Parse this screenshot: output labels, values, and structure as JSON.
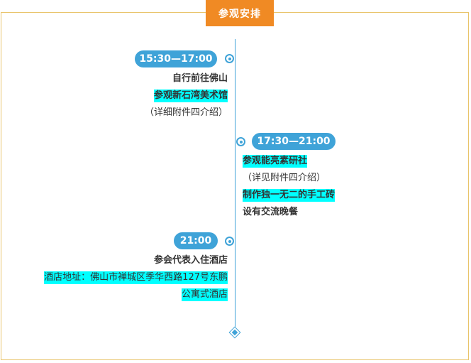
{
  "header": {
    "title": "参观安排"
  },
  "timeline": [
    {
      "time": "15:30—17:00",
      "lines": [
        "自行前往佛山",
        "参观新石湾美术馆",
        "（详细附件四介绍）"
      ]
    },
    {
      "time": "17:30—21:00",
      "lines": [
        "参观能亮素研社",
        "（详见附件四介绍）",
        "制作独一无二的手工砖",
        "设有交流晚餐"
      ]
    },
    {
      "time": "21:00",
      "lines": [
        "参会代表入住酒店",
        "酒店地址：佛山市禅城区季华西路127号东鹏",
        "公寓式酒店"
      ]
    }
  ],
  "colors": {
    "accent": "#3fa3d8",
    "title_bg": "#f08a24",
    "highlight": "#00ffff",
    "border": "#e9c46a"
  }
}
